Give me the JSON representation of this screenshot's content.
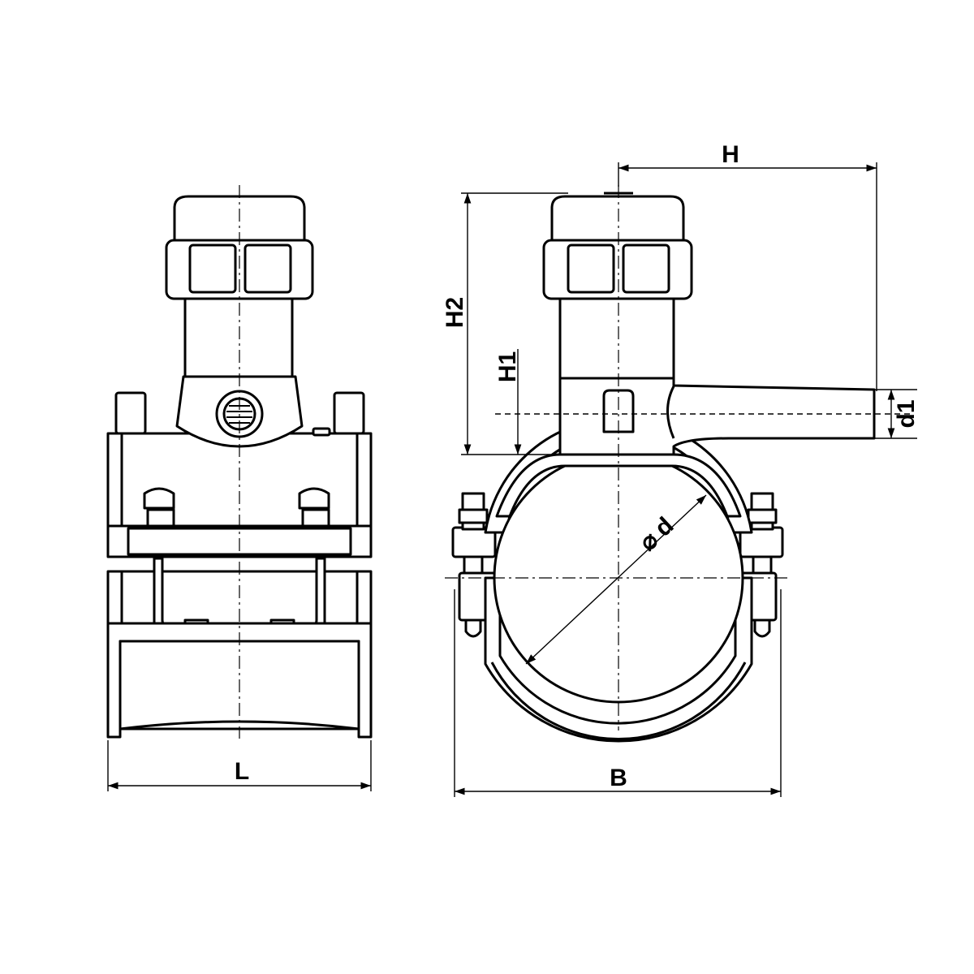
{
  "labels": {
    "length": "L",
    "width": "B",
    "height": "H",
    "height_total": "H2",
    "height_outlet": "H1",
    "outlet_diameter": "d1",
    "diameter_symbol": "⌀",
    "pipe_diameter": "d"
  }
}
